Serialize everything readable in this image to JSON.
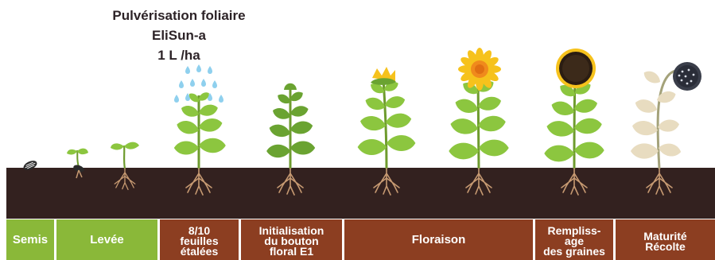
{
  "application": {
    "title": "Pulvérisation foliaire",
    "product": "EliSun-a",
    "dose": "1 L /ha"
  },
  "stages": [
    {
      "label": "Semis",
      "color": "#8ab839"
    },
    {
      "label": "Levée",
      "color": "#8ab839"
    },
    {
      "label": "8/10\nfeuilles\nétalées",
      "color": "#8c3e21"
    },
    {
      "label": "Initialisation\ndu bouton\nfloral E1",
      "color": "#8c3e21"
    },
    {
      "label": "Floraison",
      "color": "#8c3e21"
    },
    {
      "label": "Rempliss-\nage\ndes graines",
      "color": "#8c3e21"
    },
    {
      "label": "Maturité\nRécolte",
      "color": "#8c3e21"
    }
  ],
  "colors": {
    "soil": "#33211f",
    "leaf": "#8cc63f",
    "leaf_dark": "#6aa331",
    "stem": "#6e9b2e",
    "root": "#c79a72",
    "petal": "#f6c21c",
    "dry": "#e8dcc0",
    "water": "#8fd0ee"
  },
  "icons": [
    "seed-icon",
    "water-drop-icon",
    "sunflower-head-icon",
    "root-icon"
  ]
}
